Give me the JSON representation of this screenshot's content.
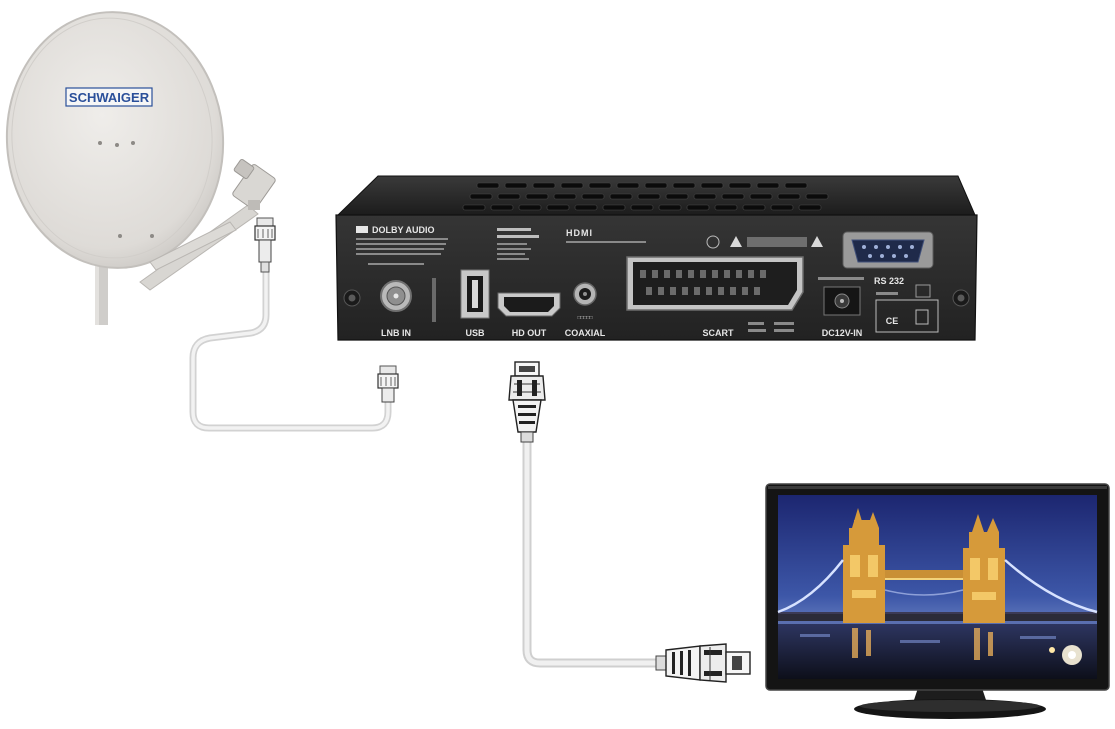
{
  "dish": {
    "brand": "SCHWAIGER"
  },
  "receiver": {
    "dolby": "DOLBY AUDIO",
    "hdmi_logo": "HDMI",
    "ports": {
      "lnb_in": "LNB IN",
      "usb": "USB",
      "hd_out": "HD OUT",
      "coaxial": "COAXIAL",
      "scart": "SCART",
      "dc_in": "DC12V-IN",
      "rs232": "RS 232"
    },
    "ce_mark": "CE"
  },
  "colors": {
    "receiver_body": "#2b2b2b",
    "dish": "#e4e2df",
    "cable": "#e9e9e9",
    "sky_top": "#23307a",
    "brand_blue": "#2a4f9a"
  },
  "icons": {
    "dish": "satellite-dish-icon",
    "tv": "tv-monitor-icon",
    "hdmi_plug": "hdmi-plug-icon",
    "f_connector": "f-connector-icon"
  }
}
